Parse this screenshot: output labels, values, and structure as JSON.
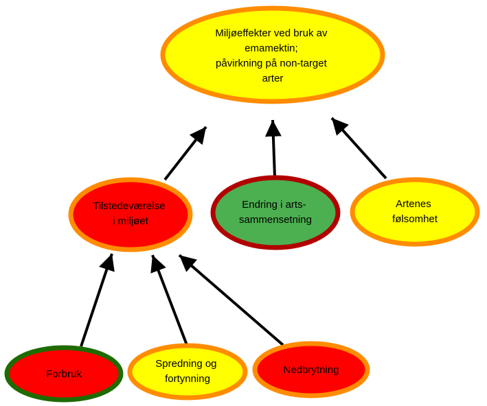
{
  "colors": {
    "yellow_fill": "#FFFF00",
    "red_fill": "#FF0000",
    "green_fill": "#4CAF50",
    "orange_border": "#FF8C00",
    "darkred_border": "#B20000",
    "darkgreen_border": "#1E6B00",
    "arrow": "#000000"
  },
  "nodes": {
    "top": {
      "lines": [
        "Miljøeffekter ved bruk av",
        "emamektin;",
        "påvirkning på non-target",
        "arter"
      ]
    },
    "presence": {
      "lines": [
        "Tilstedeværelse",
        "i miljøet"
      ]
    },
    "composition": {
      "lines": [
        "Endring i arts-",
        "sammensetning"
      ]
    },
    "sensitivity": {
      "lines": [
        "Artenes",
        "følsomhet"
      ]
    },
    "consumption": {
      "lines": [
        "Forbruk"
      ]
    },
    "spread": {
      "lines": [
        "Spredning og",
        "fortynning"
      ]
    },
    "degradation": {
      "lines": [
        "Nedbrytning"
      ]
    }
  }
}
